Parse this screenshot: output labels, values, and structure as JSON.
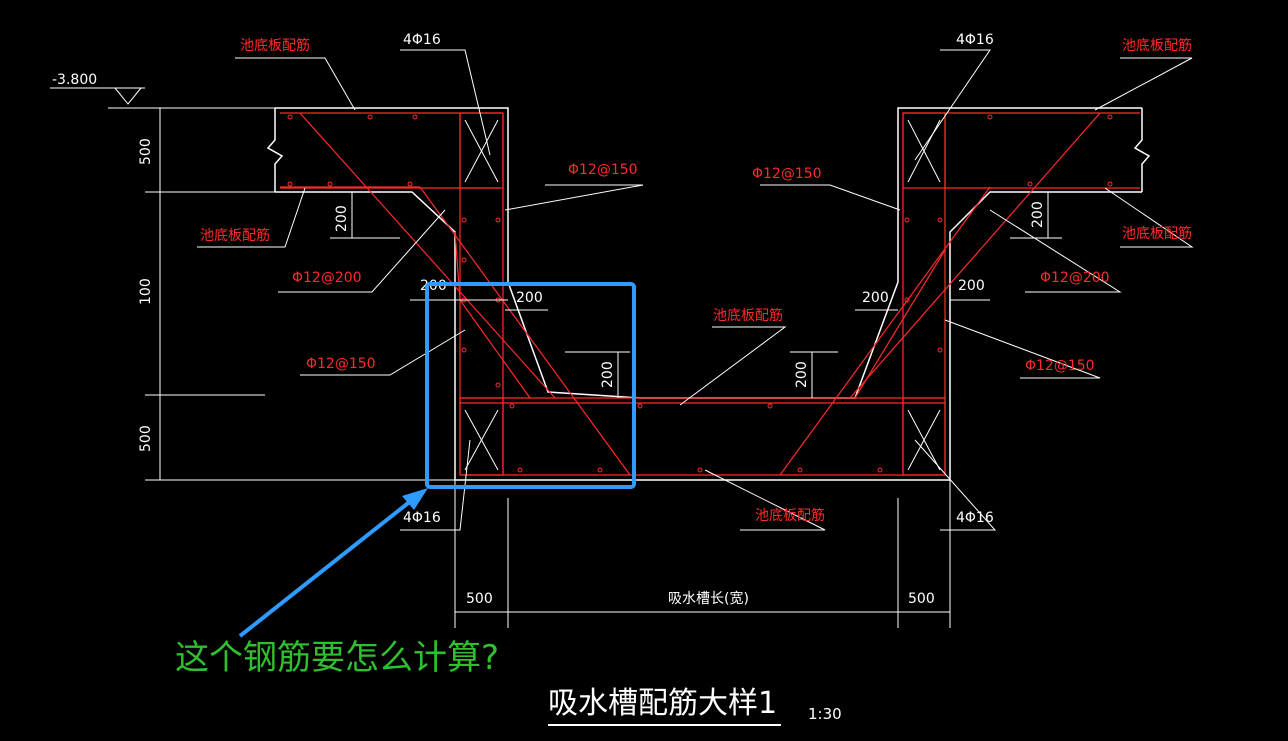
{
  "colors": {
    "background": "#000000",
    "concrete_outline": "#ffffff",
    "rebar": "#ff2a2a",
    "annotation_text": "#ff2a2a",
    "dimension_text": "#ffffff",
    "highlight_box": "#2f9bff",
    "question_text": "#2fbf2f"
  },
  "level_mark": "-3.800",
  "rebar_labels": {
    "pool_bottom_top_left": "池底板配筋",
    "pool_bottom_mid_left": "池底板配筋",
    "pool_bottom_top_right": "池底板配筋",
    "pool_bottom_mid_right": "池底板配筋",
    "pool_bottom_center": "池底板配筋",
    "pool_bottom_lower": "池底板配筋",
    "corner_bars_top_left": "4Φ16",
    "corner_bars_top_right": "4Φ16",
    "corner_bars_bottom_left": "4Φ16",
    "corner_bars_bottom_right": "4Φ16",
    "stirrup_left_upper": "Φ12@150",
    "stirrup_right_upper": "Φ12@150",
    "haunch_left": "Φ12@200",
    "haunch_right": "Φ12@200",
    "stirrup_left_lower": "Φ12@150",
    "stirrup_right_lower": "Φ12@150"
  },
  "dimensions": {
    "left_upper": "500",
    "left_middle": "100",
    "left_lower": "500",
    "haunch_v_left": "200",
    "haunch_h_left_outer": "200",
    "haunch_h_left_inner": "200",
    "haunch_v_center_left": "200",
    "haunch_v_center_right": "200",
    "haunch_h_right_inner": "200",
    "haunch_h_right_outer": "200",
    "haunch_v_right": "200",
    "bottom_left": "500",
    "bottom_middle": "吸水槽长(宽)",
    "bottom_right": "500"
  },
  "question": "这个钢筋要怎么计算?",
  "drawing_title": "吸水槽配筋大样1",
  "drawing_scale": "1:30"
}
